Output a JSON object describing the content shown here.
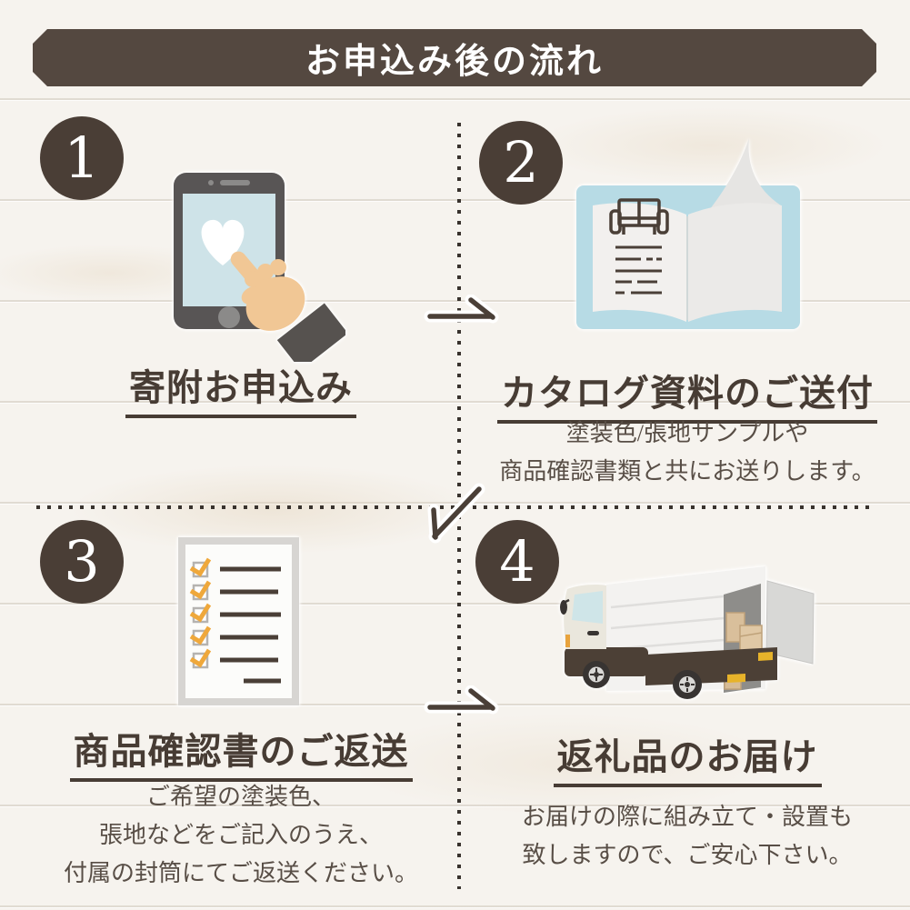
{
  "header": {
    "title": "お申込み後の流れ"
  },
  "steps": [
    {
      "number": "1",
      "title": "寄附お申込み",
      "icon": "smartphone-tap-heart-icon",
      "description_lines": []
    },
    {
      "number": "2",
      "title": "カタログ資料のご送付",
      "icon": "catalog-book-icon",
      "description_lines": [
        "塗装色/張地サンプルや",
        "商品確認書類と共にお送りします。"
      ]
    },
    {
      "number": "3",
      "title": "商品確認書のご返送",
      "icon": "checklist-document-icon",
      "description_lines": [
        "ご希望の塗装色、",
        "張地などをご記入のうえ、",
        "付属の封筒にてご返送ください。"
      ]
    },
    {
      "number": "4",
      "title": "返礼品のお届け",
      "icon": "delivery-truck-icon",
      "description_lines": [
        "お届けの際に組み立て・設置も",
        "致しますので、ご安心下さい。"
      ]
    }
  ],
  "colors": {
    "header_bg": "#544840",
    "circle_bg": "#4a3e36",
    "title_text": "#473c34",
    "body_text": "#584e46",
    "line_brown": "#4a3f37",
    "screen_blue": "#cee3e8",
    "book_cover_blue": "#b7dbe5",
    "check_orange": "#efa83b",
    "skin_tone": "#f1c795",
    "sleeve_gray": "#56524f",
    "truck_chassis_brown": "#4c4036",
    "carton_tan": "#dbc19d",
    "signal_yellow": "#e7b32a"
  }
}
